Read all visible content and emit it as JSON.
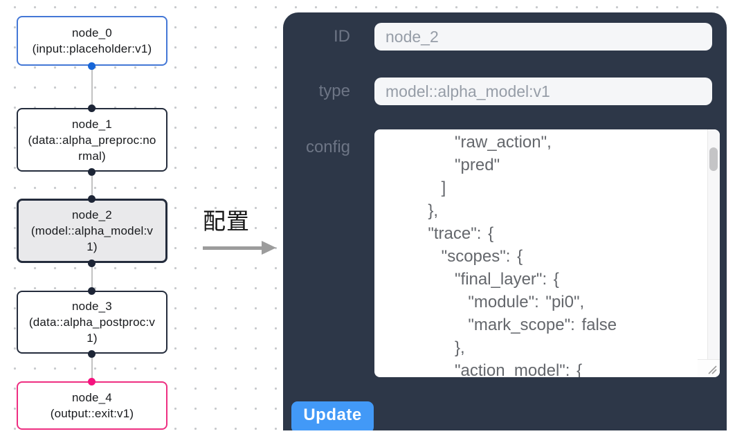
{
  "flow": {
    "nodes": [
      {
        "name": "node_0",
        "type": "(input::placeholder:v1)"
      },
      {
        "name": "node_1",
        "type": "(data::alpha_preproc:normal)"
      },
      {
        "name": "node_2",
        "type": "(model::alpha_model:v1)"
      },
      {
        "name": "node_3",
        "type": "(data::alpha_postproc:v1)"
      },
      {
        "name": "node_4",
        "type": "(output::exit:v1)"
      }
    ],
    "selected_node": "node_2"
  },
  "transition": {
    "label": "配置"
  },
  "panel": {
    "id_label": "ID",
    "id_value": "node_2",
    "type_label": "type",
    "type_value": "model::alpha_model:v1",
    "config_label": "config",
    "config_text": "      \"raw_action\",\n      \"pred\"\n    ]\n  },\n  \"trace\": {\n    \"scopes\": {\n      \"final_layer\": {\n        \"module\": \"pi0\",\n        \"mark_scope\": false\n      },\n      \"action_model\": {",
    "update_label": "Update"
  },
  "colors": {
    "panel_bg": "#2d3748",
    "button_blue": "#4299f7",
    "input_node_border": "#4377d6",
    "output_node_border": "#ee2e81",
    "default_node_border": "#242c3c",
    "selected_node_bg": "#e9e9eb",
    "input_port_dot": "#1665d8",
    "output_port_dot": "#f5127e"
  }
}
